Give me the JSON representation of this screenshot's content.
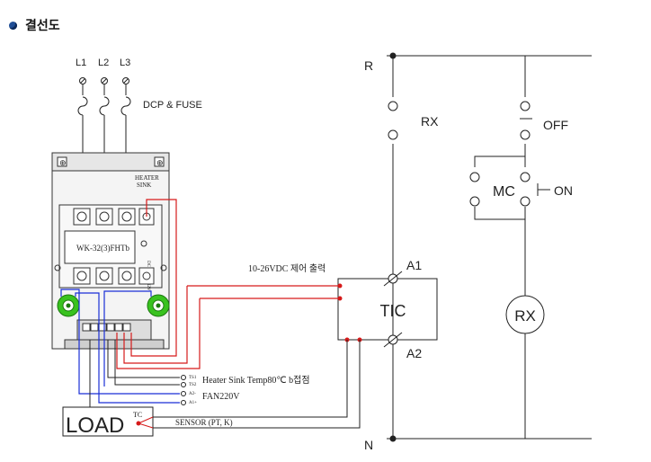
{
  "title": "결선도",
  "colors": {
    "line": "#222222",
    "red": "#d61a1a",
    "blue": "#1a2fd6",
    "green": "#39c21f",
    "panel": "#ececec"
  },
  "left": {
    "phases": [
      "L1",
      "L2",
      "L3"
    ],
    "dcp_fuse": "DCP & FUSE",
    "heater_sink": [
      "HEATER",
      "SINK"
    ],
    "model": "WK-32(3)FHTb",
    "side_text": "DC 4-32V / 42V",
    "output_label": "10-26VDC 제어 출력",
    "plus_sign": "+",
    "terminal_labels": [
      "TS1",
      "TS2",
      "A2-",
      "A1+"
    ],
    "heater_text": "Heater Sink Temp80℃ b접점",
    "fan_text": "FAN220V",
    "load": "LOAD",
    "tc": "TC",
    "sensor": "SENSOR (PT, K)"
  },
  "right": {
    "R": "R",
    "N": "N",
    "RX": "RX",
    "OFF": "OFF",
    "MC": "MC",
    "ON": "ON",
    "TIC": "TIC",
    "A1": "A1",
    "A2": "A2",
    "RX_coil": "RX"
  }
}
